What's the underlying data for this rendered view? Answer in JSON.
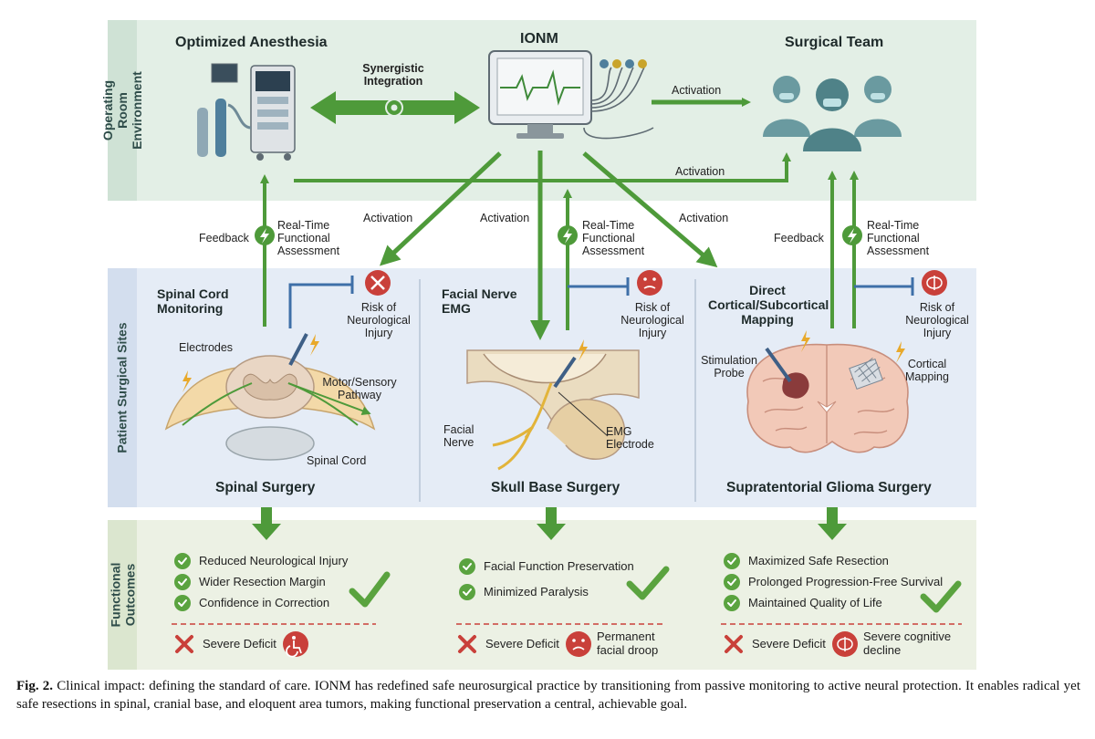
{
  "bands": {
    "top": "Operating Room Environment",
    "middle": "Patient Surgical Sites",
    "bottom": "Functional Outcomes"
  },
  "headers": {
    "anesthesia": "Optimized Anesthesia",
    "ionm": "IONM",
    "team": "Surgical Team"
  },
  "labels": {
    "synergistic": "Synergistic Integration",
    "activation": "Activation",
    "feedback": "Feedback",
    "realtime": "Real-Time Functional Assessment",
    "risk": "Risk of Neurological Injury"
  },
  "spinal": {
    "modality": "Spinal Cord Monitoring",
    "electrodes": "Electrodes",
    "pathway": "Motor/Sensory Pathway",
    "cord": "Spinal Cord",
    "title": "Spinal Surgery",
    "outcomes": [
      "Reduced Neurological Injury",
      "Wider Resection Margin",
      "Confidence in Correction"
    ],
    "deficit": "Severe Deficit",
    "deficit_note": ""
  },
  "skull": {
    "modality": "Facial Nerve EMG",
    "facial_nerve": "Facial Nerve",
    "emg": "EMG Electrode",
    "title": "Skull Base Surgery",
    "outcomes": [
      "Facial Function Preservation",
      "Minimized Paralysis"
    ],
    "deficit": "Severe Deficit",
    "deficit_note": "Permanent facial droop"
  },
  "glioma": {
    "modality": "Direct Cortical/Subcortical Mapping",
    "probe": "Stimulation Probe",
    "mapping": "Cortical Mapping",
    "title": "Supratentorial Glioma Surgery",
    "outcomes": [
      "Maximized Safe Resection",
      "Prolonged Progression-Free Survival",
      "Maintained Quality of Life"
    ],
    "deficit": "Severe Deficit",
    "deficit_note": "Severe cognitive decline"
  },
  "caption": {
    "label": "Fig. 2.",
    "text": "Clinical impact: defining the standard of care. IONM has redefined safe neurosurgical practice by transitioning from passive monitoring to active neural protection. It enables radical yet safe resections in spinal, cranial base, and eloquent area tumors, making functional preservation a central, achievable goal."
  },
  "colors": {
    "arrow_green": "#4e9a3a",
    "inhibit_blue": "#3e6fa8",
    "top_band": "#e3efe6",
    "middle_band": "#e5ecf6",
    "bottom_band": "#ecf1e4",
    "risk_red": "#c9403a",
    "check_green": "#5aa33f"
  },
  "icons": [
    "anesthesia-machine-icon",
    "monitor-icon",
    "surgeon-icon",
    "gear-icon",
    "lightning-icon",
    "risk-icon",
    "check-icon",
    "cross-icon",
    "wheelchair-icon",
    "sad-face-icon",
    "brain-icon"
  ]
}
